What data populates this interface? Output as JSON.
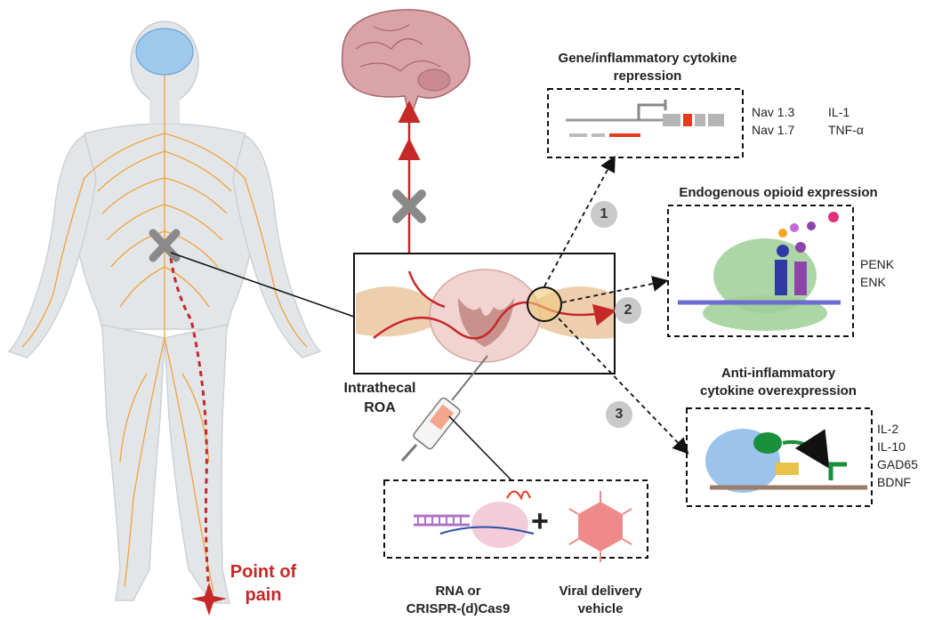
{
  "title_gene": [
    "Gene/inflammatory cytokine",
    "repression"
  ],
  "gene_targets": [
    "Nav 1.3",
    "Nav 1.7",
    "IL-1",
    "TNF-α"
  ],
  "title_opioid": "Endogenous opioid expression",
  "opioid_targets": [
    "PENK",
    "ENK"
  ],
  "title_antiinflam": [
    "Anti-inflammatory",
    "cytokine overexpression"
  ],
  "antiinflam_targets": [
    "IL-2",
    "IL-10",
    "GAD65",
    "BDNF"
  ],
  "route": [
    "Intrathecal",
    "ROA"
  ],
  "pain_label": [
    "Point of",
    "pain"
  ],
  "steps": [
    "1",
    "2",
    "3"
  ],
  "payload_rna": [
    "RNA or",
    "CRISPR-(d)Cas9"
  ],
  "payload_viral": [
    "Viral delivery",
    "vehicle"
  ],
  "plus": "+",
  "colors": {
    "nerve": "#f2a33a",
    "pain": "#c62828",
    "body": "#dfe3e6",
    "brain": "#d9a3a7",
    "spinal": "#f0c9a6",
    "green": "#1a8f3a",
    "block": "#8a8a8a"
  }
}
